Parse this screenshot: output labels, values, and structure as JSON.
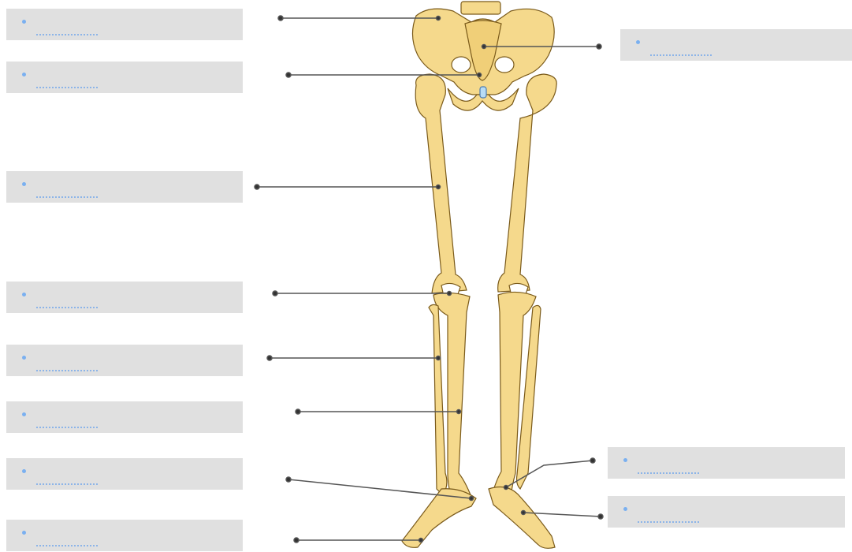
{
  "labels": [
    {
      "id": "label-1",
      "answer": "",
      "side": "left"
    },
    {
      "id": "label-2",
      "answer": "",
      "side": "left"
    },
    {
      "id": "label-3",
      "answer": "",
      "side": "left"
    },
    {
      "id": "label-4",
      "answer": "",
      "side": "left"
    },
    {
      "id": "label-5",
      "answer": "",
      "side": "left"
    },
    {
      "id": "label-6",
      "answer": "",
      "side": "left"
    },
    {
      "id": "label-7",
      "answer": "",
      "side": "left"
    },
    {
      "id": "label-8",
      "answer": "",
      "side": "left"
    },
    {
      "id": "label-9",
      "answer": "",
      "side": "right"
    },
    {
      "id": "label-10",
      "answer": "",
      "side": "right"
    },
    {
      "id": "label-11",
      "answer": "",
      "side": "right"
    }
  ],
  "colors": {
    "bone_fill": "#f5d98c",
    "bone_stroke": "#7a5a1a",
    "bone_shade": "#e8bf5a",
    "leader_line": "#555555",
    "box_bg": "#e0e0e0",
    "bullet": "#7ab0f0"
  }
}
